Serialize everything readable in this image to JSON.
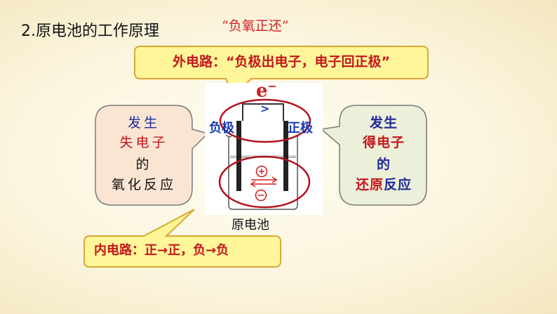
{
  "title": "2.原电池的工作原理",
  "slogan": "“负氧正还”",
  "outer_circuit": "外电路：“负极出电子，电子回正极”",
  "inner_circuit": "内电路：正→正，负→负",
  "negative_side": {
    "line1": "发生",
    "line2": "失电子",
    "line3": "的",
    "line4": "氧化反应"
  },
  "positive_side": {
    "line1": "发生",
    "line2": "得电子",
    "line3": "的",
    "line4_red": "还原",
    "line4_blue": "反应"
  },
  "diagram": {
    "negative_label": "负极",
    "positive_label": "正极",
    "electron_symbol": "e",
    "electron_sup": "−",
    "caption": "原电池"
  },
  "colors": {
    "red_text": "#c4161c",
    "blue_text": "#1a3cb4",
    "yellow_box": "#fff69a",
    "left_bubble": "#fae5d3",
    "right_bubble": "#ecefd9",
    "ellipse_stroke": "#b3121d"
  }
}
